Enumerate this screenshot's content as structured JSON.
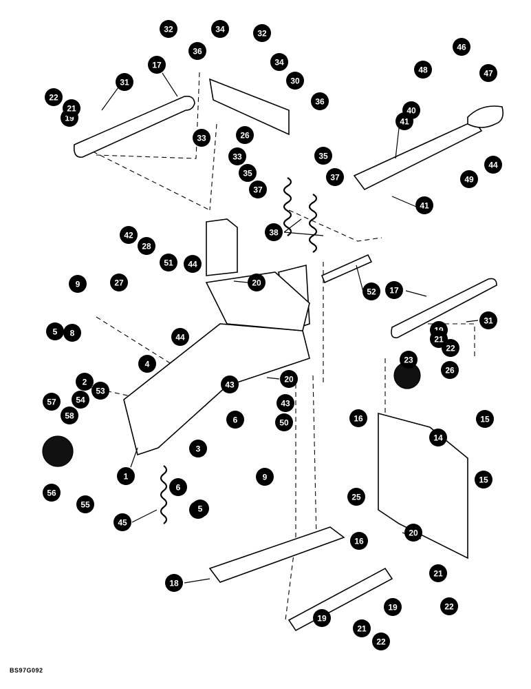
{
  "drawing_code": "BS97G092",
  "callouts": [
    "1",
    "2",
    "3",
    "4",
    "5",
    "6",
    "8",
    "9",
    "14",
    "15",
    "16",
    "17",
    "18",
    "19",
    "20",
    "21",
    "22",
    "23",
    "25",
    "26",
    "27",
    "28",
    "30",
    "31",
    "32",
    "33",
    "34",
    "35",
    "36",
    "37",
    "38",
    "40",
    "41",
    "42",
    "43",
    "44",
    "45",
    "46",
    "47",
    "48",
    "49",
    "50",
    "51",
    "52",
    "53",
    "54",
    "55",
    "56",
    "57",
    "58"
  ],
  "colors": {
    "ink": "#000000",
    "paper": "#ffffff"
  }
}
